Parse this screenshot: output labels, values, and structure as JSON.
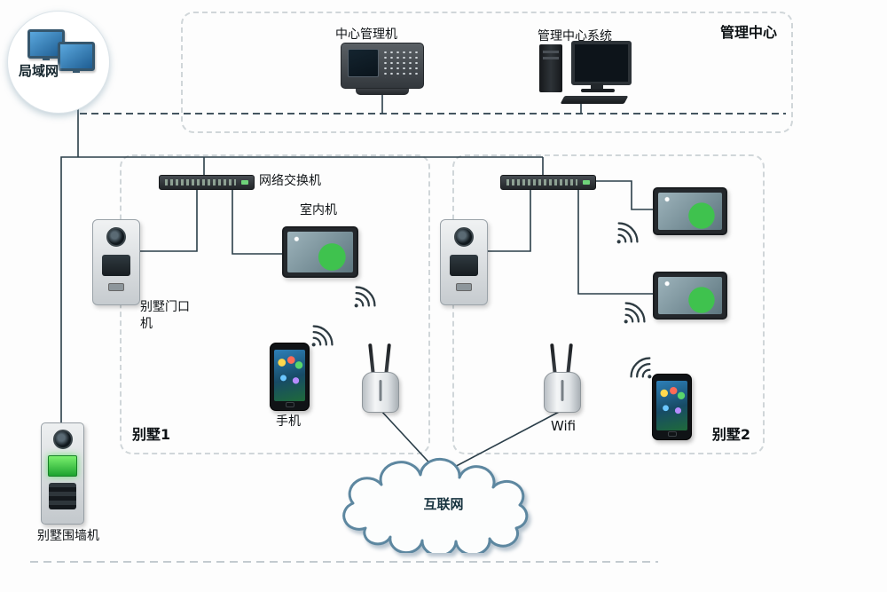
{
  "labels": {
    "lan": "局域网",
    "management_center_title": "管理中心",
    "central_manager": "中心管理机",
    "management_system": "管理中心系统",
    "network_switch": "网络交换机",
    "indoor_unit": "室内机",
    "villa_door_machine": "别墅门口机",
    "villa1_title": "别墅1",
    "villa2_title": "别墅2",
    "phone": "手机",
    "wifi": "Wifi",
    "wall_machine": "别墅围墙机",
    "internet": "互联网"
  },
  "colors": {
    "line": "#2b3e49",
    "box_border": "#d0d6d9",
    "accent_green": "#3fc24e",
    "cloud_stroke": "#5d87a0"
  }
}
